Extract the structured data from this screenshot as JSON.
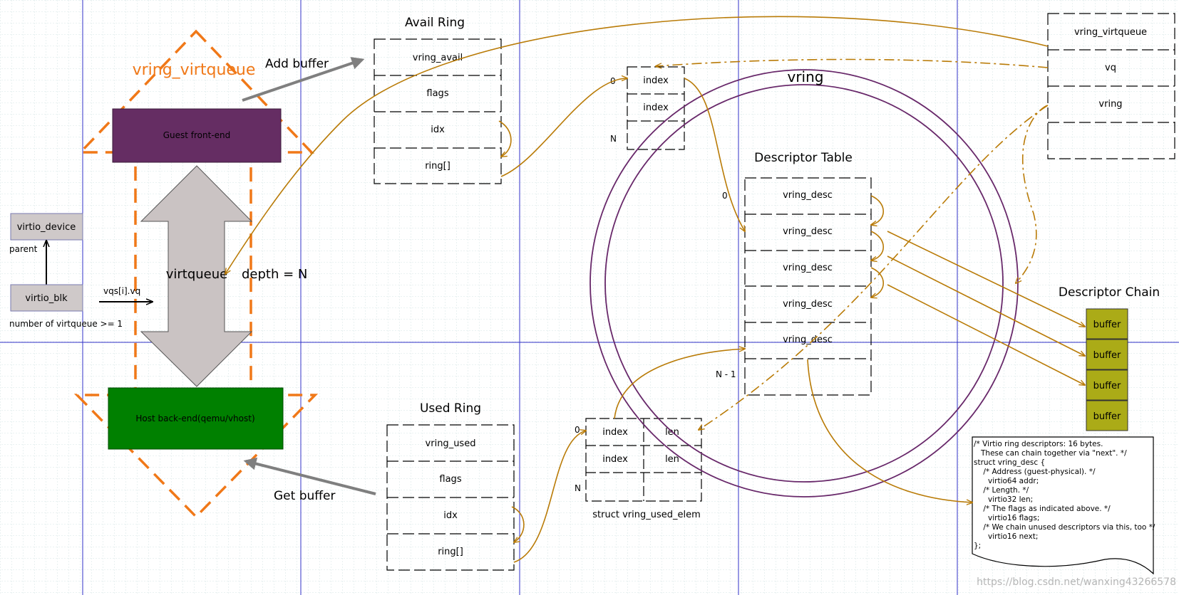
{
  "colors": {
    "grid_major": "#3232c8",
    "grid_minor": "#c8dcdc",
    "orange": "#f07818",
    "purple": "#652d63",
    "green": "#008000",
    "gray_arrow": "#cac3c3",
    "gray_stroke": "#7f7f7f",
    "gold": "#b97b07",
    "olive": "#abab17",
    "ring": "#68286a",
    "box_fill": "#cfc9c9"
  },
  "left": {
    "vring_virtqueue_label": "vring_virtqueue",
    "guest_label": "Guest front-end",
    "host_label": "Host back-end(qemu/vhost)",
    "virtqueue_label": "virtqueue",
    "depth_label": "depth = N",
    "add_buffer_label": "Add buffer",
    "get_buffer_label": "Get buffer",
    "virtio_device_label": "virtio_device",
    "parent_label": "parent",
    "virtio_blk_label": "virtio_blk",
    "vqs_label": "vqs[i].vq",
    "number_label": "number of virtqueue >= 1"
  },
  "avail_ring": {
    "title": "Avail Ring",
    "rows": [
      "vring_avail",
      "flags",
      "idx",
      "ring[]"
    ]
  },
  "used_ring": {
    "title": "Used Ring",
    "rows": [
      "vring_used",
      "flags",
      "idx",
      "ring[]"
    ]
  },
  "index_array": {
    "rows": [
      "index",
      "index"
    ],
    "label_0": "0",
    "label_n": "N"
  },
  "used_elem": {
    "title": "struct vring_used_elem",
    "rows": [
      [
        "index",
        "len"
      ],
      [
        "index",
        "len"
      ]
    ],
    "label_0": "0",
    "label_n": "N"
  },
  "vring_label": "vring",
  "descriptor_table": {
    "title": "Descriptor Table",
    "rows": [
      "vring_desc",
      "vring_desc",
      "vring_desc",
      "vring_desc",
      "vring_desc"
    ],
    "label_0": "0",
    "label_n1": "N - 1"
  },
  "vring_virtqueue_box": {
    "rows": [
      "vring_virtqueue",
      "vq",
      "vring"
    ]
  },
  "descriptor_chain": {
    "title": "Descriptor Chain",
    "buffers": [
      "buffer",
      "buffer",
      "buffer",
      "buffer"
    ]
  },
  "code_note": {
    "lines": [
      "/* Virtio ring descriptors: 16 bytes.",
      "   These can chain together via \"next\". */",
      "struct vring_desc {",
      "    /* Address (guest-physical). */",
      "      virtio64 addr;",
      "    /* Length. */",
      "      virtio32 len;",
      "    /* The flags as indicated above. */",
      "      virtio16 flags;",
      "    /* We chain unused descriptors via this, too */",
      "      virtio16 next;",
      "};"
    ]
  },
  "watermark": "https://blog.csdn.net/wanxing43266578"
}
